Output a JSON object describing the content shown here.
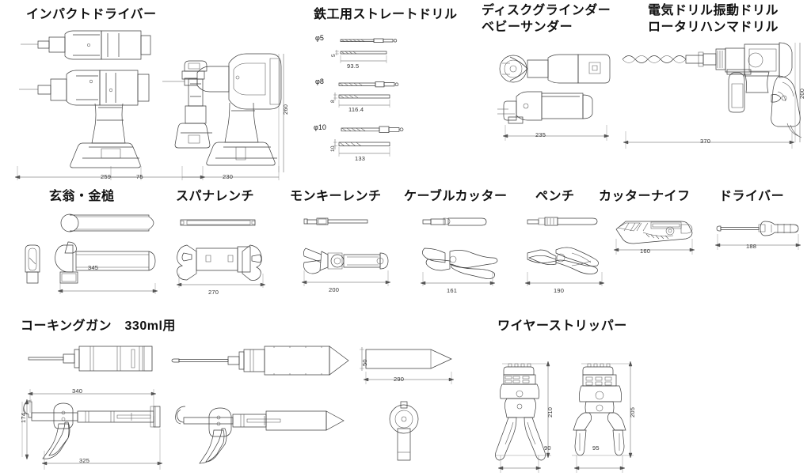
{
  "sections": [
    {
      "id": "impact-driver",
      "title": "インパクトドライバー",
      "dims": [
        {
          "label": "259"
        },
        {
          "label": "75"
        },
        {
          "label": "230"
        },
        {
          "label": "260"
        }
      ]
    },
    {
      "id": "straight-drill",
      "title": "鉄工用ストレートドリル",
      "bits": [
        {
          "dia": "φ5",
          "length": "93.5",
          "thick": "5"
        },
        {
          "dia": "φ8",
          "length": "116.4",
          "thick": "8"
        },
        {
          "dia": "φ10",
          "length": "133",
          "thick": "10"
        }
      ]
    },
    {
      "id": "disc-grinder",
      "title_line1": "ディスクグラインダー",
      "title_line2": "ベビーサンダー",
      "dims": [
        {
          "label": "235"
        }
      ]
    },
    {
      "id": "hammer-drill",
      "title_line1": "電気ドリル振動ドリル",
      "title_line2": "ロータリハンマドリル",
      "dims": [
        {
          "label": "370"
        },
        {
          "label": "200"
        }
      ]
    },
    {
      "id": "hammer",
      "title": "玄翁・金槌",
      "dims": [
        {
          "label": "345"
        }
      ]
    },
    {
      "id": "spanner-wrench",
      "title": "スパナレンチ",
      "dims": [
        {
          "label": "270"
        }
      ]
    },
    {
      "id": "monkey-wrench",
      "title": "モンキーレンチ",
      "dims": [
        {
          "label": "200"
        }
      ]
    },
    {
      "id": "cable-cutter",
      "title": "ケーブルカッター",
      "dims": [
        {
          "label": "161"
        }
      ]
    },
    {
      "id": "pliers",
      "title": "ペンチ",
      "dims": [
        {
          "label": "190"
        }
      ]
    },
    {
      "id": "cutter-knife",
      "title": "カッターナイフ",
      "dims": [
        {
          "label": "160"
        }
      ]
    },
    {
      "id": "screwdriver",
      "title": "ドライバー",
      "dims": [
        {
          "label": "188"
        }
      ]
    },
    {
      "id": "caulking-gun",
      "title": "コーキングガン　330ml用",
      "dims": [
        {
          "label": "340"
        },
        {
          "label": "325"
        },
        {
          "label": "174"
        },
        {
          "label": "290"
        },
        {
          "label": "50"
        }
      ]
    },
    {
      "id": "wire-stripper",
      "title": "ワイヤーストリッパー",
      "dims": [
        {
          "label": "210"
        },
        {
          "label": "90"
        },
        {
          "label": "205"
        },
        {
          "label": "95"
        }
      ]
    }
  ],
  "colors": {
    "line": "#3c3c3c",
    "dim_text": "#333333",
    "title_text": "#111111",
    "background": "#ffffff"
  }
}
